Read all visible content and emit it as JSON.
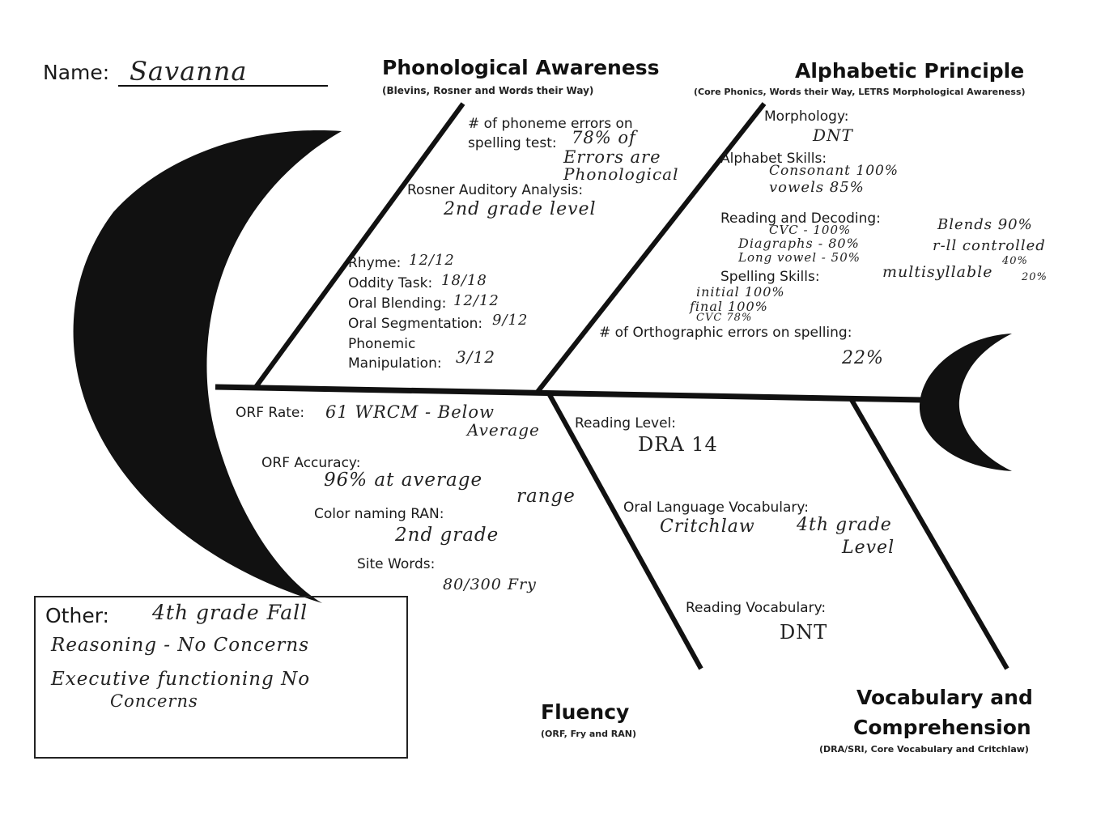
{
  "name": {
    "label": "Name:",
    "value": "Savanna"
  },
  "sections": {
    "phonological": {
      "title": "Phonological Awareness",
      "sources": "(Blevins, Rosner and Words their Way)"
    },
    "alphabetic": {
      "title": "Alphabetic Principle",
      "sources": "(Core Phonics, Words their Way, LETRS Morphological Awareness)"
    },
    "fluency": {
      "title": "Fluency",
      "sources": "(ORF, Fry and RAN)"
    },
    "vocab": {
      "title_line1": "Vocabulary and",
      "title_line2": "Comprehension",
      "sources": "(DRA/SRI, Core Vocabulary and Critchlaw)"
    }
  },
  "phonological_items": {
    "phoneme_errors_label_1": "# of phoneme errors on",
    "phoneme_errors_label_2": "spelling test:",
    "phoneme_errors_value_1": "78% of",
    "phoneme_errors_value_2": "Errors are",
    "phoneme_errors_value_3": "Phonological",
    "rosner_label": "Rosner Auditory Analysis:",
    "rosner_value": "2nd grade level",
    "rhyme_label": "Rhyme:",
    "rhyme_value": "12/12",
    "oddity_label": "Oddity Task:",
    "oddity_value": "18/18",
    "blending_label": "Oral Blending:",
    "blending_value": "12/12",
    "segmentation_label": "Oral Segmentation:",
    "segmentation_value": "9/12",
    "manipulation_label_1": "Phonemic",
    "manipulation_label_2": "Manipulation:",
    "manipulation_value": "3/12"
  },
  "alphabetic_items": {
    "morphology_label": "Morphology:",
    "morphology_value": "DNT",
    "alphabet_label": "Alphabet Skills:",
    "consonant_value": "Consonant 100%",
    "vowels_value": "vowels 85%",
    "reading_label": "Reading and Decoding:",
    "cvc_value": "CVC - 100%",
    "digraphs_value": "Diagraphs - 80%",
    "long_vowel_value": "Long vowel - 50%",
    "blends_value": "Blends 90%",
    "r_controlled_value": "r-ll controlled",
    "r_controlled_pct": "40%",
    "multisyllable_value": "multisyllable",
    "multisyllable_pct": "20%",
    "spelling_label": "Spelling Skills:",
    "initial_value": "initial 100%",
    "final_value": "final 100%",
    "spelling_cvc_value": "CVC 78%",
    "ortho_label": "# of Orthographic errors on spelling:",
    "ortho_value": "22%"
  },
  "fluency_items": {
    "orf_rate_label": "ORF Rate:",
    "orf_rate_value_1": "61 WRCM - Below",
    "orf_rate_value_2": "Average",
    "orf_acc_label": "ORF Accuracy:",
    "orf_acc_value_1": "96% at average",
    "orf_acc_value_2": "range",
    "ran_label": "Color naming RAN:",
    "ran_value": "2nd grade",
    "site_label": "Site Words:",
    "site_value": "80/300 Fry"
  },
  "vocab_items": {
    "reading_level_label": "Reading Level:",
    "reading_level_value": "DRA 14",
    "oral_vocab_label": "Oral Language Vocabulary:",
    "oral_vocab_value_1": "Critchlaw",
    "oral_vocab_value_2": "4th grade",
    "oral_vocab_value_3": "Level",
    "reading_vocab_label": "Reading Vocabulary:",
    "reading_vocab_value": "DNT"
  },
  "other": {
    "label": "Other:",
    "line1": "4th grade Fall",
    "line2": "Reasoning - No Concerns",
    "line3": "Executive functioning No",
    "line4": "Concerns"
  },
  "colors": {
    "ink": "#111111",
    "paper": "#ffffff"
  }
}
